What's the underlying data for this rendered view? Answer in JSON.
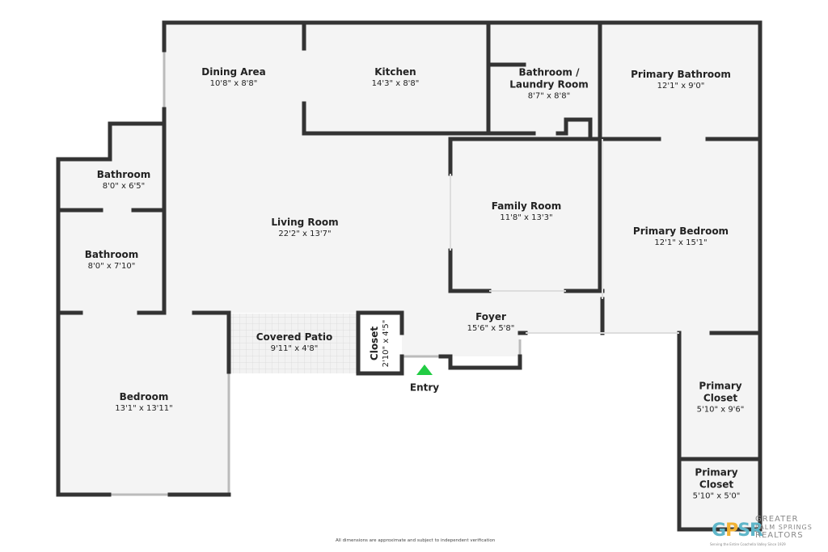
{
  "rooms": [
    {
      "name": "Dining Area",
      "dim": "10'8\" x 8'8\""
    },
    {
      "name": "Kitchen",
      "dim": "14'3\" x 8'8\""
    },
    {
      "name": "Bathroom / Laundry Room",
      "name_line1": "Bathroom /",
      "name_line2": "Laundry Room",
      "dim": "8'7\" x 8'8\""
    },
    {
      "name": "Primary Bathroom",
      "dim": "12'1\" x 9'0\""
    },
    {
      "name": "Bathroom",
      "dim": "8'0\" x 6'5\""
    },
    {
      "name": "Living Room",
      "dim": "22'2\" x 13'7\""
    },
    {
      "name": "Family Room",
      "dim": "11'8\" x 13'3\""
    },
    {
      "name": "Primary Bedroom",
      "dim": "12'1\" x 15'1\""
    },
    {
      "name": "Bathroom",
      "dim": "8'0\" x 7'10\""
    },
    {
      "name": "Covered Patio",
      "dim": "9'11\" x 4'8\""
    },
    {
      "name": "Closet",
      "dim": "2'10\" x 4'5\""
    },
    {
      "name": "Foyer",
      "dim": "15'6\" x 5'8\""
    },
    {
      "name": "Bedroom",
      "dim": "13'1\" x 13'11\""
    },
    {
      "name": "Primary Closet",
      "name_line1": "Primary",
      "name_line2": "Closet",
      "dim": "5'10\" x 9'6\""
    },
    {
      "name": "Primary Closet",
      "name_line1": "Primary",
      "name_line2": "Closet",
      "dim": "5'10\" x 5'0\""
    }
  ],
  "entry": {
    "label": "Entry",
    "marker_color": "#22cc44"
  },
  "footer": "All dimensions are approximate and subject to independent verification",
  "logo": {
    "mark": "GPSR",
    "line1": "GREATER",
    "line2": "PALM SPRINGS",
    "line3": "REALTORS",
    "tagline": "Serving the Entire Coachella Valley Since 1929"
  },
  "colors": {
    "wall": "#333333",
    "floor": "#f4f4f4"
  }
}
